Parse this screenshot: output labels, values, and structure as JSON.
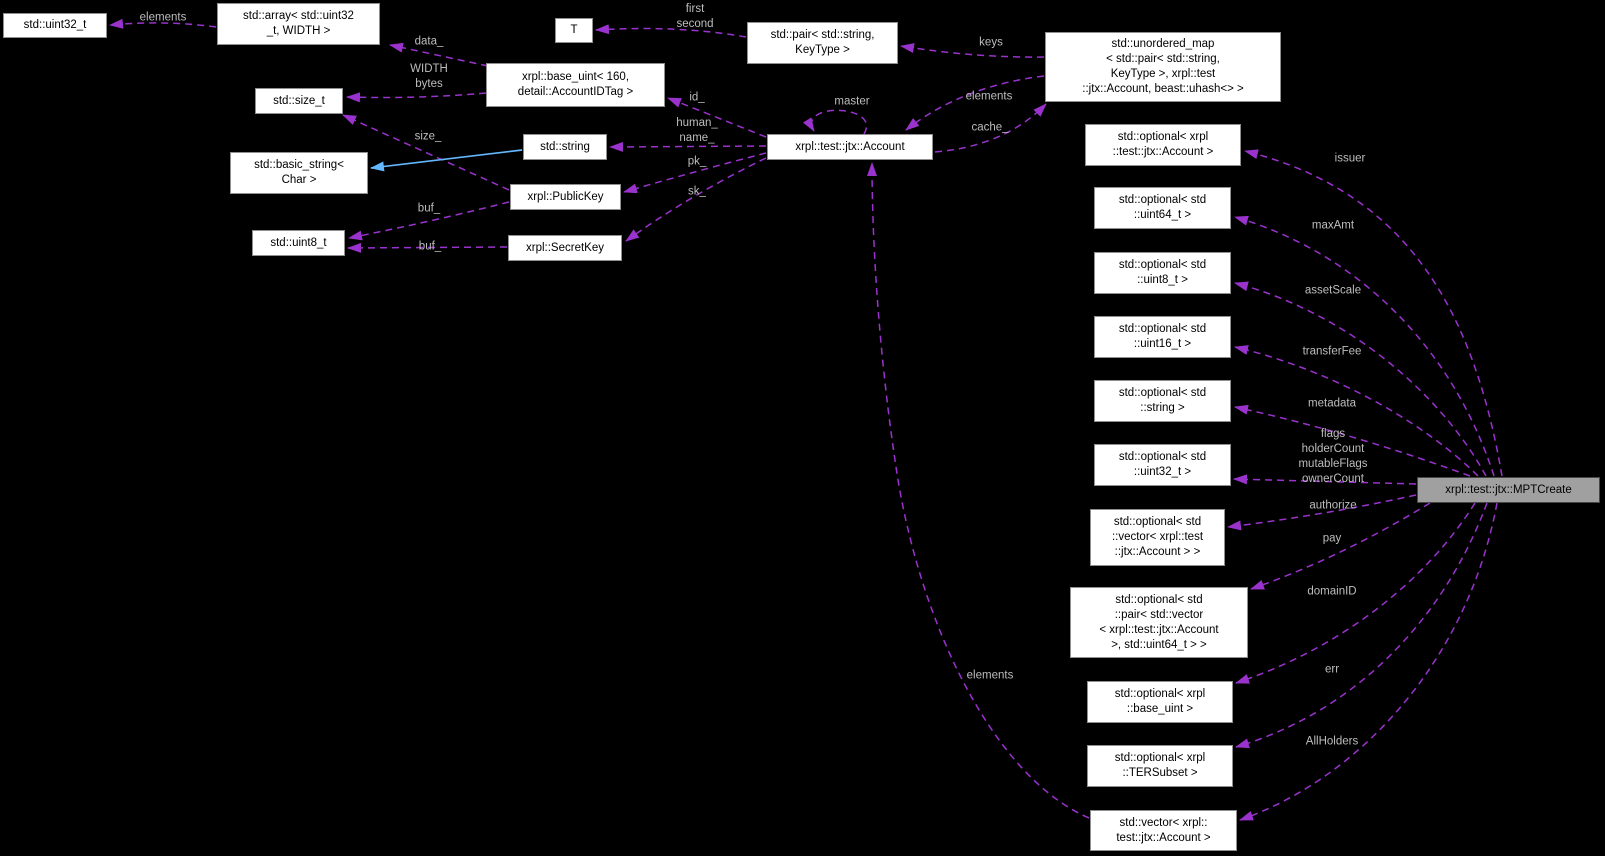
{
  "diagram": {
    "type": "doxygen-collaboration-graph",
    "focus_node": "xrpl::test::jtx::MPTCreate",
    "colors": {
      "background": "#000000",
      "node_fill": "#ffffff",
      "node_border": "#8f8f8f",
      "node_text": "#000000",
      "focus_fill": "#a0a0a0",
      "usage_edge": "#9a32cd",
      "inheritance_edge": "#63b8ff",
      "edge_label": "#bdbdbd"
    }
  },
  "nodes": [
    {
      "id": "std-uint32-t",
      "label": "std::uint32_t"
    },
    {
      "id": "std-array",
      "label": "std::array< std::uint32\n_t, WIDTH >"
    },
    {
      "id": "std-size-t",
      "label": "std::size_t"
    },
    {
      "id": "std-basic-string",
      "label": "std::basic_string<\nChar >"
    },
    {
      "id": "std-uint8-t",
      "label": "std::uint8_t"
    },
    {
      "id": "t",
      "label": "T"
    },
    {
      "id": "xrpl-base-uint-160",
      "label": "xrpl::base_uint< 160,\ndetail::AccountIDTag >"
    },
    {
      "id": "std-pair-string-keytype",
      "label": "std::pair< std::string,\nKeyType >"
    },
    {
      "id": "std-string",
      "label": "std::string"
    },
    {
      "id": "xrpl-publickey",
      "label": "xrpl::PublicKey"
    },
    {
      "id": "xrpl-secretkey",
      "label": "xrpl::SecretKey"
    },
    {
      "id": "xrpl-test-jtx-account",
      "label": "xrpl::test::jtx::Account"
    },
    {
      "id": "std-unordered-map",
      "label": "std::unordered_map\n< std::pair< std::string,\nKeyType >, xrpl::test\n::jtx::Account, beast::uhash<> >"
    },
    {
      "id": "optional-account",
      "label": "std::optional< xrpl\n::test::jtx::Account >"
    },
    {
      "id": "optional-uint64",
      "label": "std::optional< std\n::uint64_t >"
    },
    {
      "id": "optional-uint8",
      "label": "std::optional< std\n::uint8_t >"
    },
    {
      "id": "optional-uint16",
      "label": "std::optional< std\n::uint16_t >"
    },
    {
      "id": "optional-string",
      "label": "std::optional< std\n::string >"
    },
    {
      "id": "optional-uint32",
      "label": "std::optional< std\n::uint32_t >"
    },
    {
      "id": "optional-vector-account",
      "label": "std::optional< std\n::vector< xrpl::test\n::jtx::Account > >"
    },
    {
      "id": "optional-pair-vector-uint64",
      "label": "std::optional< std\n::pair< std::vector\n< xrpl::test::jtx::Account\n >, std::uint64_t > >"
    },
    {
      "id": "optional-base-uint",
      "label": "std::optional< xrpl\n::base_uint >"
    },
    {
      "id": "optional-tersubset",
      "label": "std::optional< xrpl\n::TERSubset >"
    },
    {
      "id": "std-vector-account",
      "label": "std::vector< xrpl::\ntest::jtx::Account >"
    },
    {
      "id": "mptcreate",
      "label": "xrpl::test::jtx::MPTCreate"
    }
  ],
  "edges": [
    {
      "from": "std-array",
      "to": "std-uint32-t",
      "label": "elements",
      "style": "dashed-purple"
    },
    {
      "from": "xrpl-base-uint-160",
      "to": "std-array",
      "label": "data_",
      "style": "dashed-purple"
    },
    {
      "from": "xrpl-base-uint-160",
      "to": "std-size-t",
      "label": "WIDTH\nbytes",
      "style": "dashed-purple"
    },
    {
      "from": "xrpl-publickey",
      "to": "std-size-t",
      "label": "size_",
      "style": "dashed-purple"
    },
    {
      "from": "xrpl-publickey",
      "to": "std-uint8-t",
      "label": "buf_",
      "style": "dashed-purple"
    },
    {
      "from": "xrpl-secretkey",
      "to": "std-uint8-t",
      "label": "buf_",
      "style": "dashed-purple"
    },
    {
      "from": "std-string",
      "to": "std-basic-string",
      "label": "",
      "style": "solid-blue-inheritance"
    },
    {
      "from": "std-pair-string-keytype",
      "to": "t",
      "label": "first\nsecond",
      "style": "dashed-purple"
    },
    {
      "from": "xrpl-test-jtx-account",
      "to": "xrpl-base-uint-160",
      "label": "id_",
      "style": "dashed-purple"
    },
    {
      "from": "xrpl-test-jtx-account",
      "to": "std-string",
      "label": "human_\nname_",
      "style": "dashed-purple"
    },
    {
      "from": "xrpl-test-jtx-account",
      "to": "xrpl-publickey",
      "label": "pk_",
      "style": "dashed-purple"
    },
    {
      "from": "xrpl-test-jtx-account",
      "to": "xrpl-secretkey",
      "label": "sk_",
      "style": "dashed-purple"
    },
    {
      "from": "xrpl-test-jtx-account",
      "to": "xrpl-test-jtx-account",
      "label": "master",
      "style": "dashed-purple"
    },
    {
      "from": "std-unordered-map",
      "to": "std-pair-string-keytype",
      "label": "keys",
      "style": "dashed-purple"
    },
    {
      "from": "std-unordered-map",
      "to": "xrpl-test-jtx-account",
      "label": "elements",
      "style": "dashed-purple"
    },
    {
      "from": "xrpl-test-jtx-account",
      "to": "std-unordered-map",
      "label": "cache_",
      "style": "dashed-purple"
    },
    {
      "from": "std-vector-account",
      "to": "xrpl-test-jtx-account",
      "label": "elements",
      "style": "dashed-purple"
    },
    {
      "from": "mptcreate",
      "to": "optional-account",
      "label": "issuer",
      "style": "dashed-purple"
    },
    {
      "from": "mptcreate",
      "to": "optional-uint64",
      "label": "maxAmt",
      "style": "dashed-purple"
    },
    {
      "from": "mptcreate",
      "to": "optional-uint8",
      "label": "assetScale",
      "style": "dashed-purple"
    },
    {
      "from": "mptcreate",
      "to": "optional-uint16",
      "label": "transferFee",
      "style": "dashed-purple"
    },
    {
      "from": "mptcreate",
      "to": "optional-string",
      "label": "metadata",
      "style": "dashed-purple"
    },
    {
      "from": "mptcreate",
      "to": "optional-uint32",
      "label": "flags\nholderCount\nmutableFlags\nownerCount",
      "style": "dashed-purple"
    },
    {
      "from": "mptcreate",
      "to": "optional-vector-account",
      "label": "authorize",
      "style": "dashed-purple"
    },
    {
      "from": "mptcreate",
      "to": "optional-pair-vector-uint64",
      "label": "pay",
      "style": "dashed-purple"
    },
    {
      "from": "mptcreate",
      "to": "optional-base-uint",
      "label": "domainID",
      "style": "dashed-purple"
    },
    {
      "from": "mptcreate",
      "to": "optional-tersubset",
      "label": "err",
      "style": "dashed-purple"
    },
    {
      "from": "mptcreate",
      "to": "std-vector-account",
      "label": "AllHolders",
      "style": "dashed-purple"
    }
  ]
}
